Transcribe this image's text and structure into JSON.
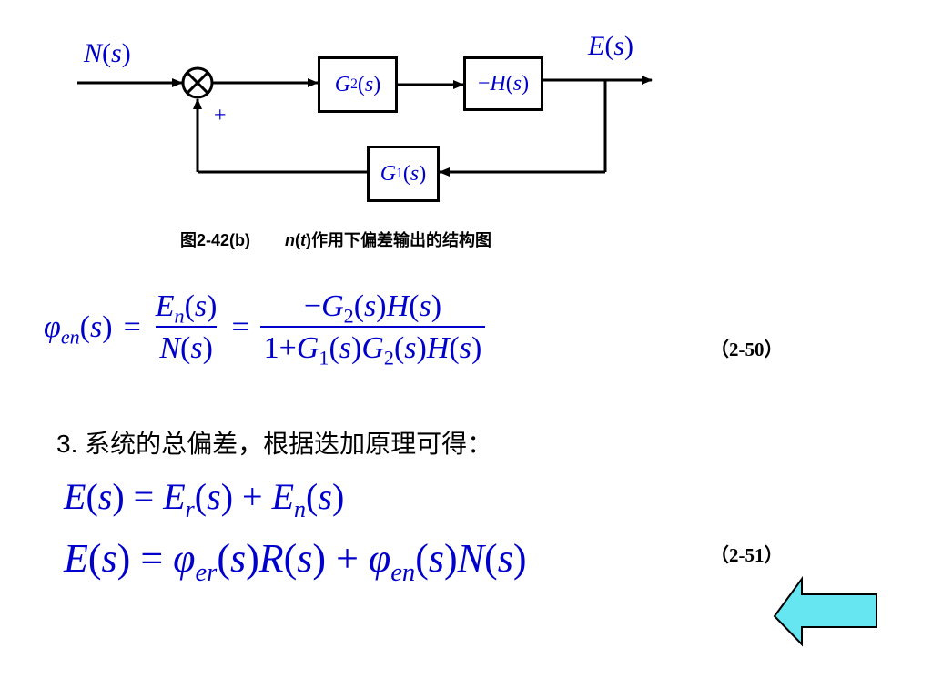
{
  "diagram": {
    "input_label": "N(s)",
    "output_label": "E(s)",
    "sum_sign": "+",
    "blocks": {
      "g2": "G2(s)",
      "minus_h": "−H(s)",
      "g1": "G1(s)"
    }
  },
  "caption": {
    "prefix": "图2-42(b)",
    "var": "n(t)",
    "text": "作用下偏差输出的结构图"
  },
  "equation_2_50": {
    "lhs": "φen(s)",
    "frac1_num": "En(s)",
    "frac1_den": "N(s)",
    "frac2_num": "−G2(s)H(s)",
    "frac2_den": "1+G1(s)G2(s)H(s)",
    "number": "（2-50）"
  },
  "step3": "3. 系统的总偏差，根据迭加原理可得：",
  "equation_a": "E(s) = Er(s) + En(s)",
  "equation_2_51": {
    "text": "E(s) = φer(s)R(s) + φen(s)N(s)",
    "number": "（2-51）"
  },
  "back_button": {
    "icon": "left-arrow-icon",
    "color": "#66e6f0"
  }
}
